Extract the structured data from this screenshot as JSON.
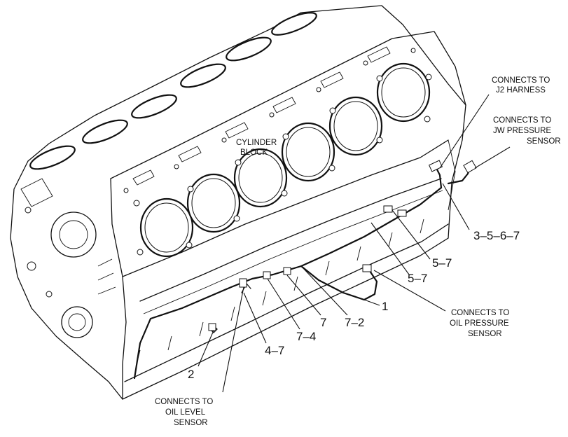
{
  "labels": {
    "cylinder_block": [
      "CYLINDER",
      "BLOCK"
    ],
    "j2_harness": [
      "CONNECTS TO",
      "J2 HARNESS"
    ],
    "jw_pressure": [
      "CONNECTS TO",
      "JW PRESSURE",
      "SENSOR"
    ],
    "oil_pressure": [
      "CONNECTS TO",
      "OIL PRESSURE",
      "SENSOR"
    ],
    "oil_level": [
      "CONNECTS TO",
      "OIL LEVEL",
      "SENSOR"
    ]
  },
  "callouts": {
    "c3567": "3–5–6–7",
    "c57a": "5–7",
    "c57b": "5–7",
    "c1": "1",
    "c72": "7–2",
    "c7": "7",
    "c74": "7–4",
    "c47": "4–7",
    "c2": "2"
  }
}
